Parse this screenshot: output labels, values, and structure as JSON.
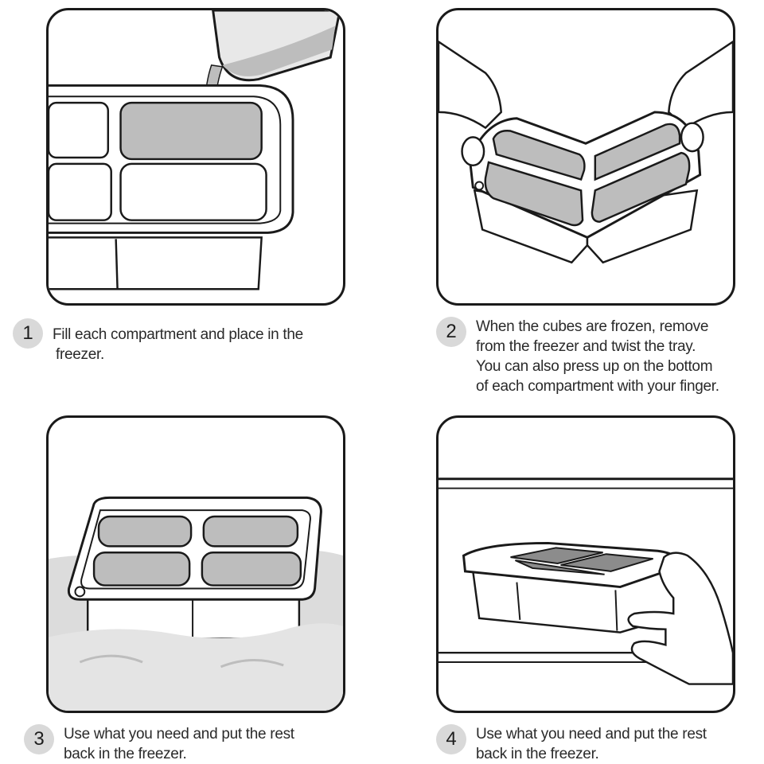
{
  "steps": [
    {
      "number": "1",
      "lines": [
        "Fill each compartment and place in the",
        "freezer."
      ]
    },
    {
      "number": "2",
      "lines": [
        "When the cubes are frozen, remove",
        "from the freezer and twist the tray.",
        "You can also press up on the bottom",
        "of each compartment with your finger."
      ]
    },
    {
      "number": "3",
      "lines": [
        "Use what you need and put the rest",
        "back in the freezer."
      ]
    },
    {
      "number": "4",
      "lines": [
        "Use what you need and put the rest",
        "back in the freezer."
      ]
    }
  ],
  "colors": {
    "outline": "#1a1a1a",
    "fill_gray": "#bdbdbd",
    "badge": "#d9d9d9"
  }
}
